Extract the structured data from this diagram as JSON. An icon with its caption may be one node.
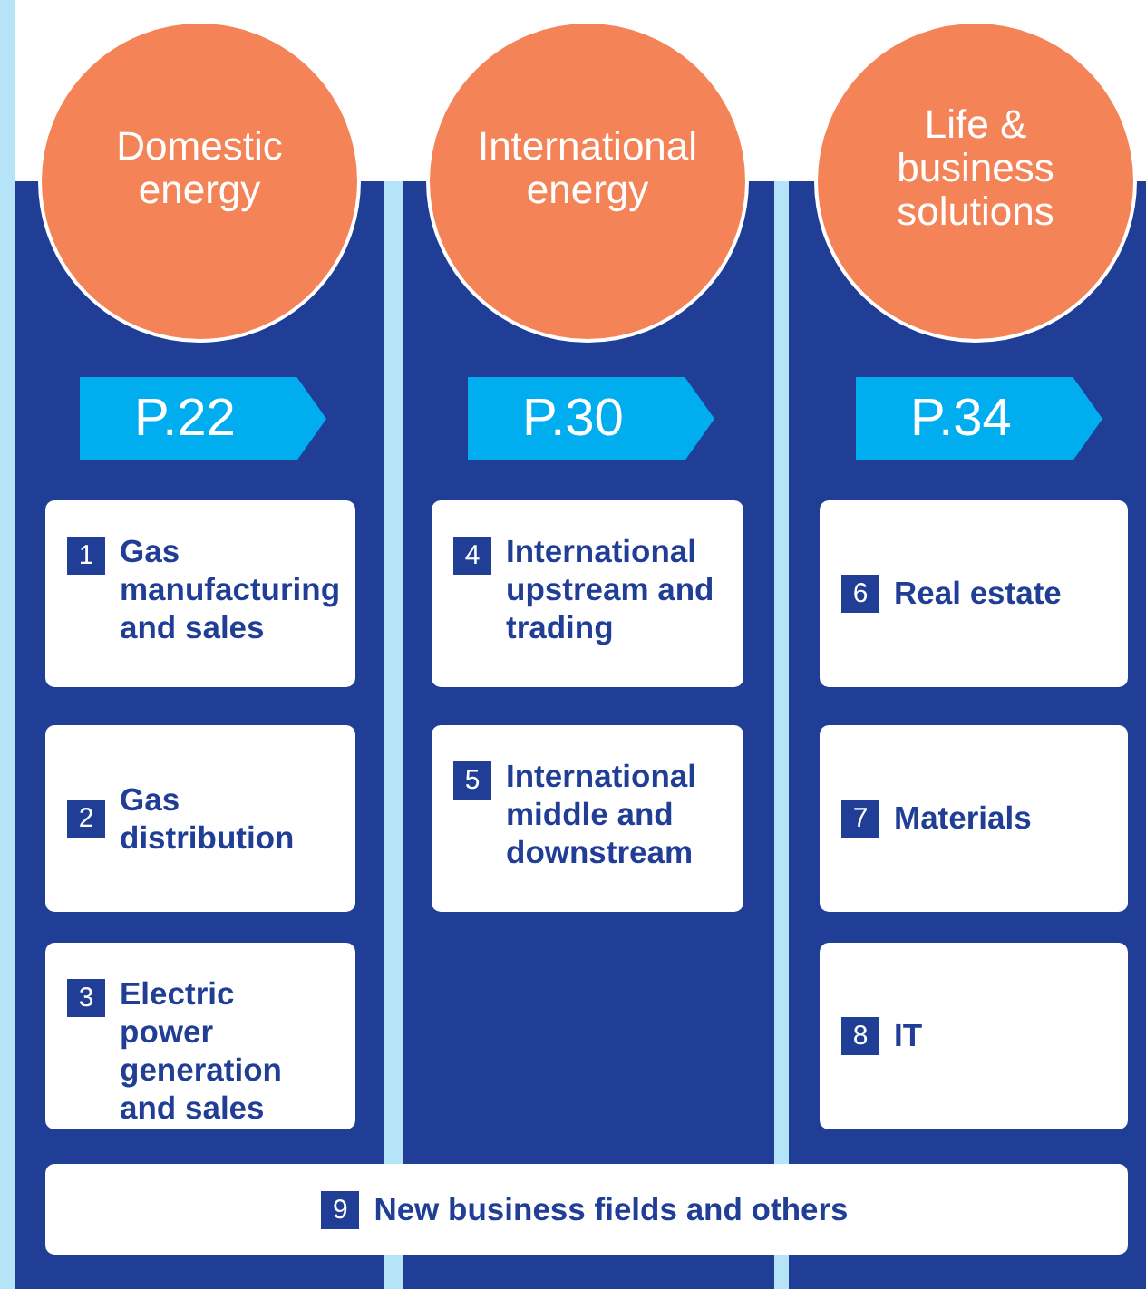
{
  "diagram": {
    "nodes": [
      {
        "text": [
          "Domestic energy"
        ]
      },
      {
        "text": [
          "International energy"
        ]
      },
      {
        "text": [
          "Life & business solutions"
        ]
      },
      {
        "text": [
          "P.22"
        ]
      },
      {
        "text": [
          "P.30"
        ]
      },
      {
        "text": [
          "P.34"
        ]
      },
      {
        "text": [
          "1",
          "Gas manufacturing and sales"
        ]
      },
      {
        "text": [
          "2",
          "Gas distribution"
        ]
      },
      {
        "text": [
          "3",
          "Electric power generation and sales"
        ]
      },
      {
        "text": [
          "4",
          "International upstream and trading"
        ]
      },
      {
        "text": [
          "5",
          "International middle and downstream"
        ]
      },
      {
        "text": [
          "6",
          "Real estate"
        ]
      },
      {
        "text": [
          "7",
          "Materials"
        ]
      },
      {
        "text": [
          "8",
          "IT"
        ]
      },
      {
        "text": [
          "9",
          "New business fields and others"
        ]
      }
    ]
  }
}
